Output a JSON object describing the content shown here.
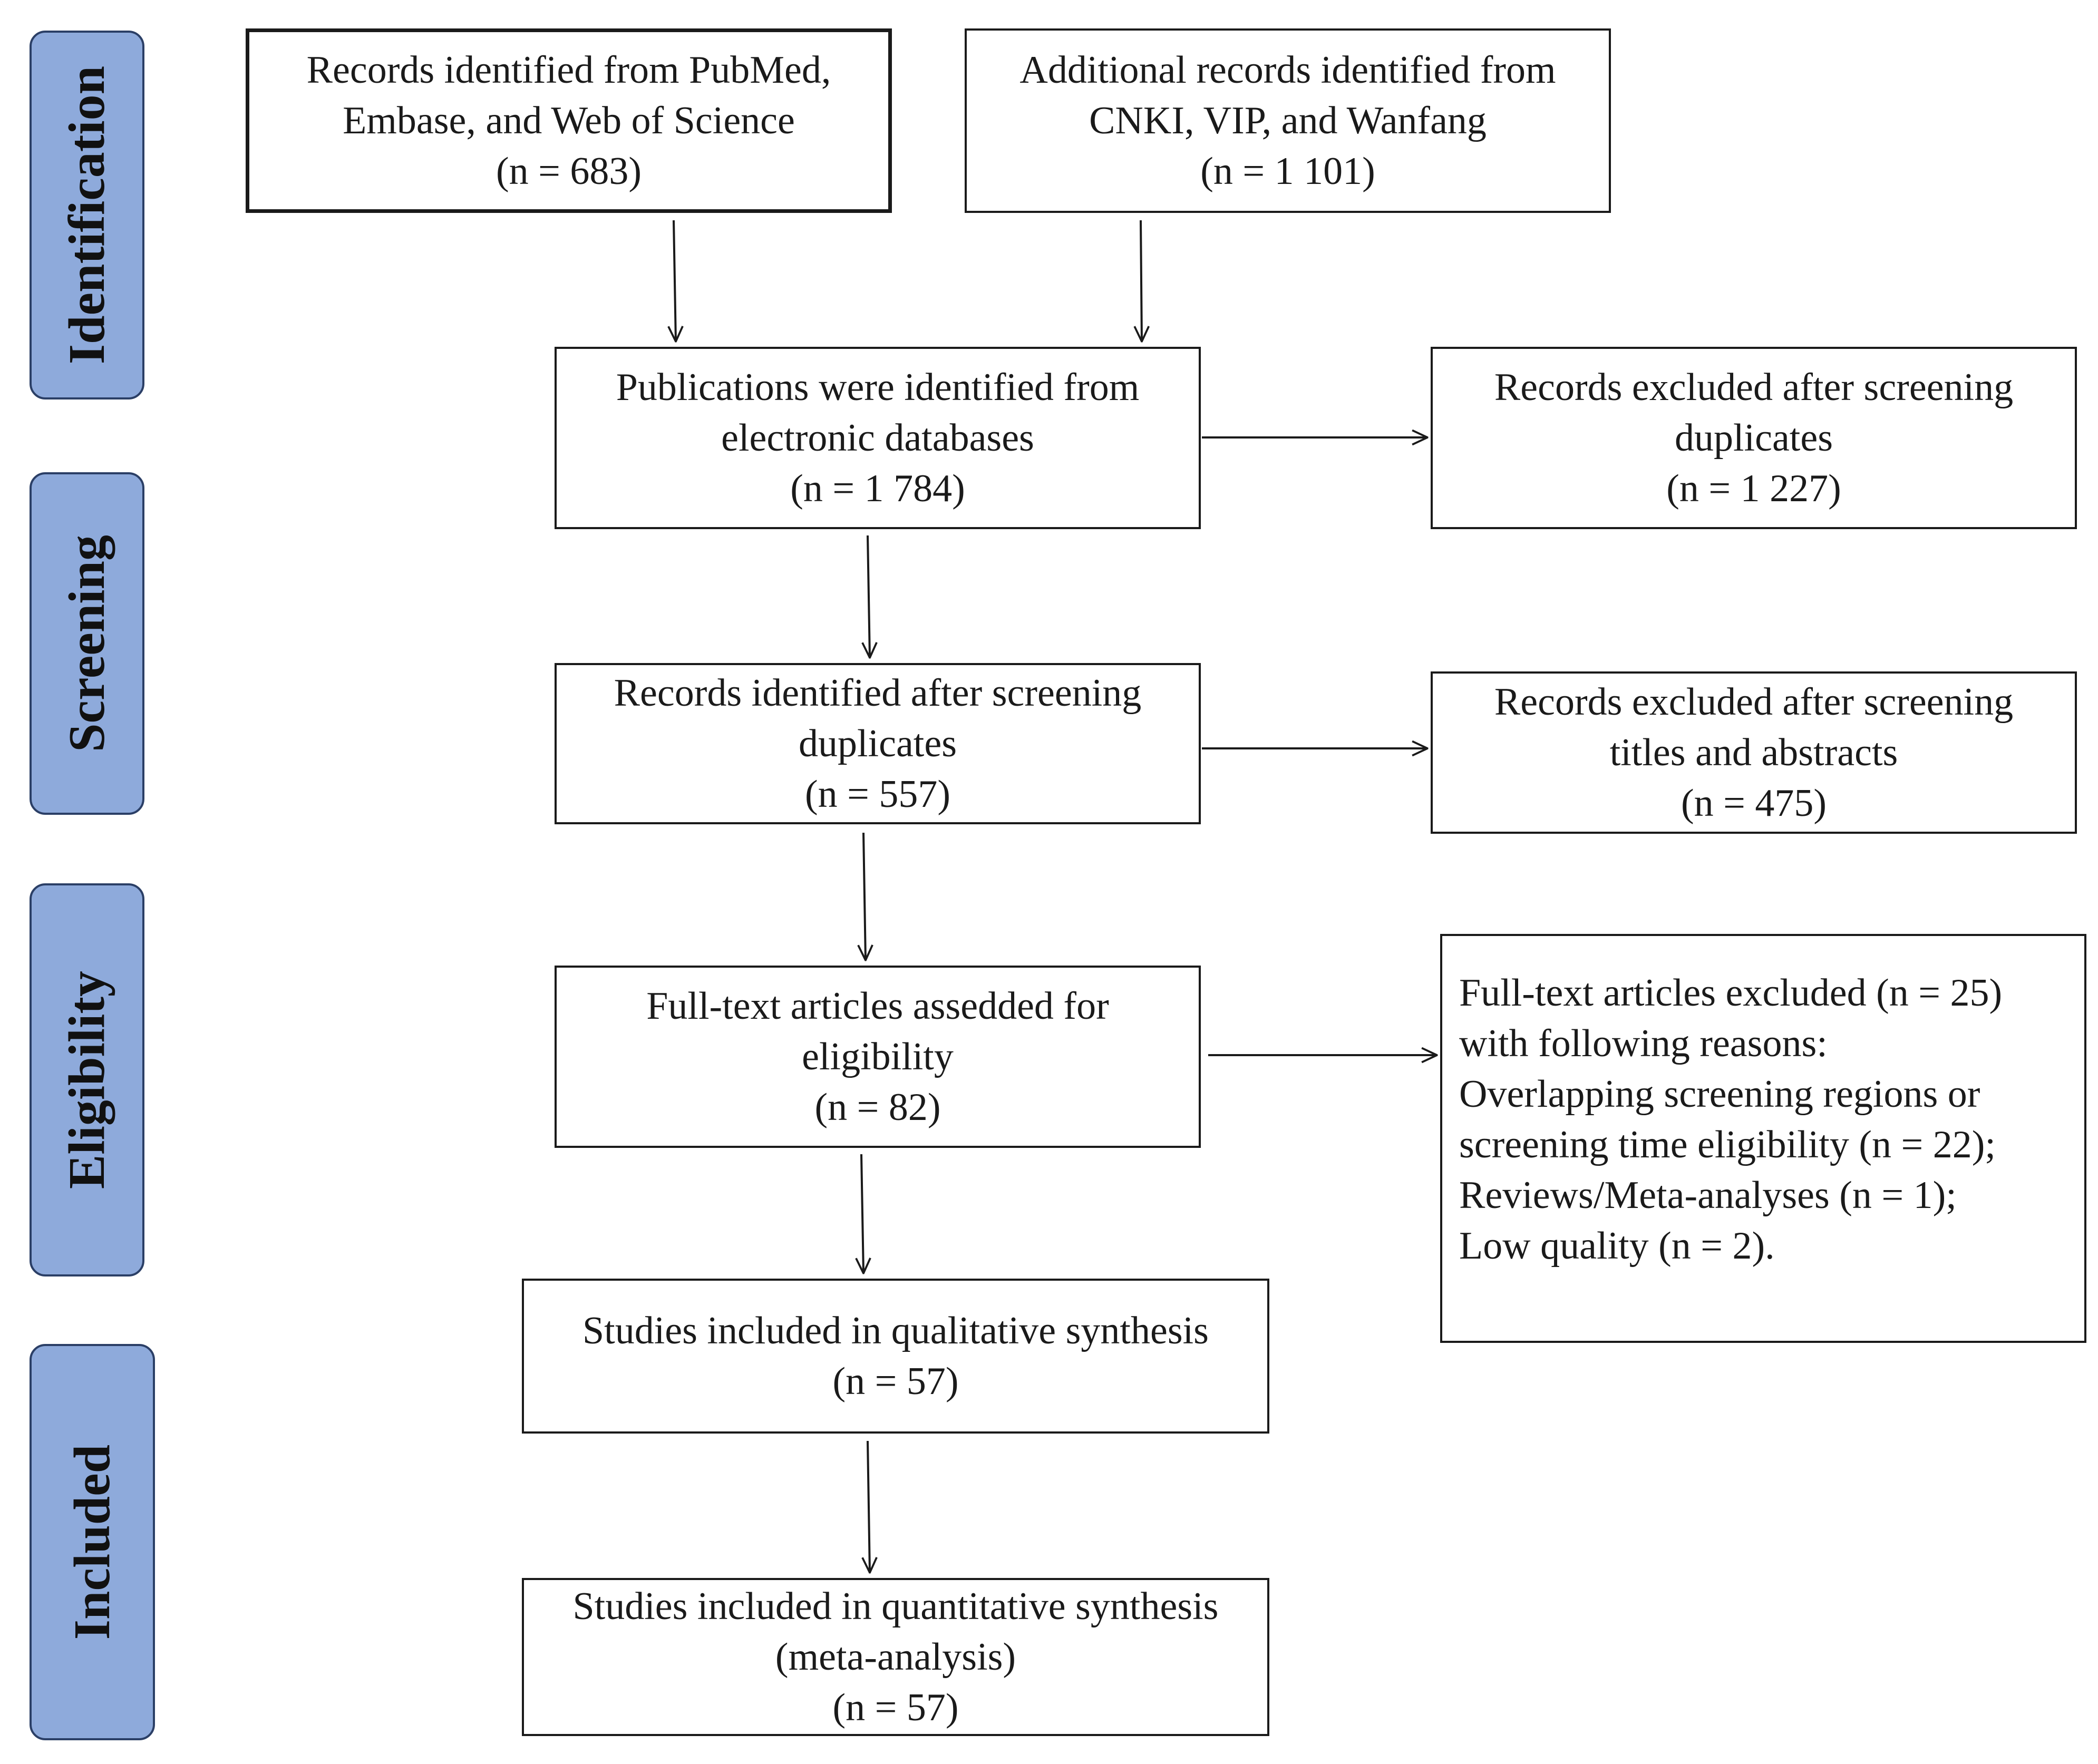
{
  "stages": [
    {
      "id": "identification",
      "label": "Identification"
    },
    {
      "id": "screening",
      "label": "Screening"
    },
    {
      "id": "eligibility",
      "label": "Eligibility"
    },
    {
      "id": "included",
      "label": "Included"
    }
  ],
  "boxes": {
    "pubmed": [
      "Records identified from PubMed,",
      "Embase, and  Web of Science",
      "(n = 683)"
    ],
    "cnki": [
      "Additional records identified from",
      "CNKI, VIP, and  Wanfang",
      "(n = 1 101)"
    ],
    "publications": [
      "Publications were identified from",
      "electronic databases",
      "(n = 1 784)"
    ],
    "excluded_duplicates": [
      "Records  excluded after screening",
      "duplicates",
      "(n = 1 227)"
    ],
    "after_duplicates": [
      "Records identified after screening",
      "duplicates",
      "(n = 557)"
    ],
    "excluded_titles": [
      "Records  excluded after screening",
      "titles and abstracts",
      "(n = 475)"
    ],
    "fulltext": [
      "Full-text articles assedded for",
      "eligibility",
      "(n = 82)"
    ],
    "fulltext_excluded": [
      "Full-text articles excluded (n = 25)",
      "with following reasons:",
      "Overlapping screening regions or",
      "screening time eligibility (n = 22);",
      "Reviews/Meta-analyses (n = 1);",
      "Low quality (n = 2)."
    ],
    "qualitative": [
      "Studies included in qualitative synthesis",
      "(n = 57)"
    ],
    "quantitative": [
      "Studies included in quantitative synthesis",
      "(meta-analysis)",
      "(n = 57)"
    ]
  }
}
